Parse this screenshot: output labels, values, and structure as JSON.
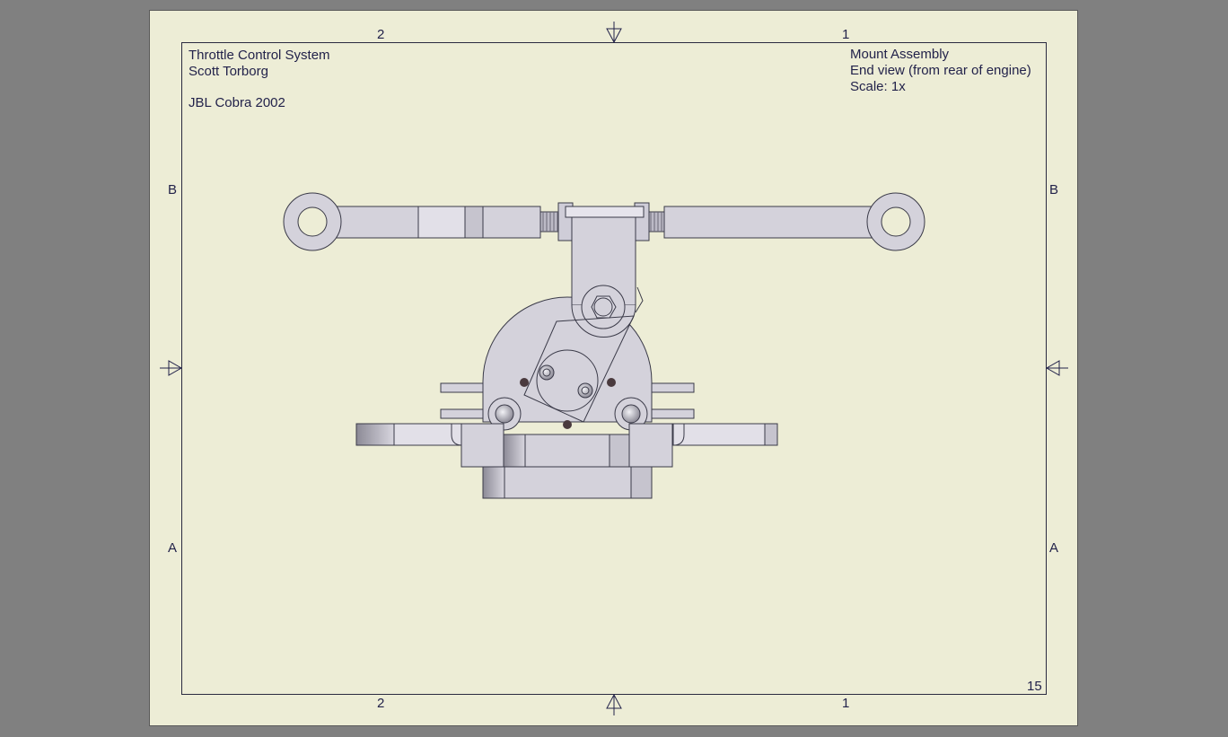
{
  "title_block_left": {
    "line1": "Throttle Control System",
    "line2": "Scott Torborg",
    "line3": "JBL Cobra 2002"
  },
  "title_block_right": {
    "line1": "Mount Assembly",
    "line2": "End view (from rear of engine)",
    "line3": "Scale: 1x"
  },
  "sheet_number": "15",
  "zones": {
    "top_left": "2",
    "top_right": "1",
    "bottom_left": "2",
    "bottom_right": "1",
    "left_upper": "B",
    "left_lower": "A",
    "right_upper": "B",
    "right_lower": "A"
  },
  "colors": {
    "background": "#808080",
    "sheet": "#ededd6",
    "ink": "#22224a",
    "part_fill": "#d4d2db",
    "part_stroke": "#3a3a48"
  }
}
